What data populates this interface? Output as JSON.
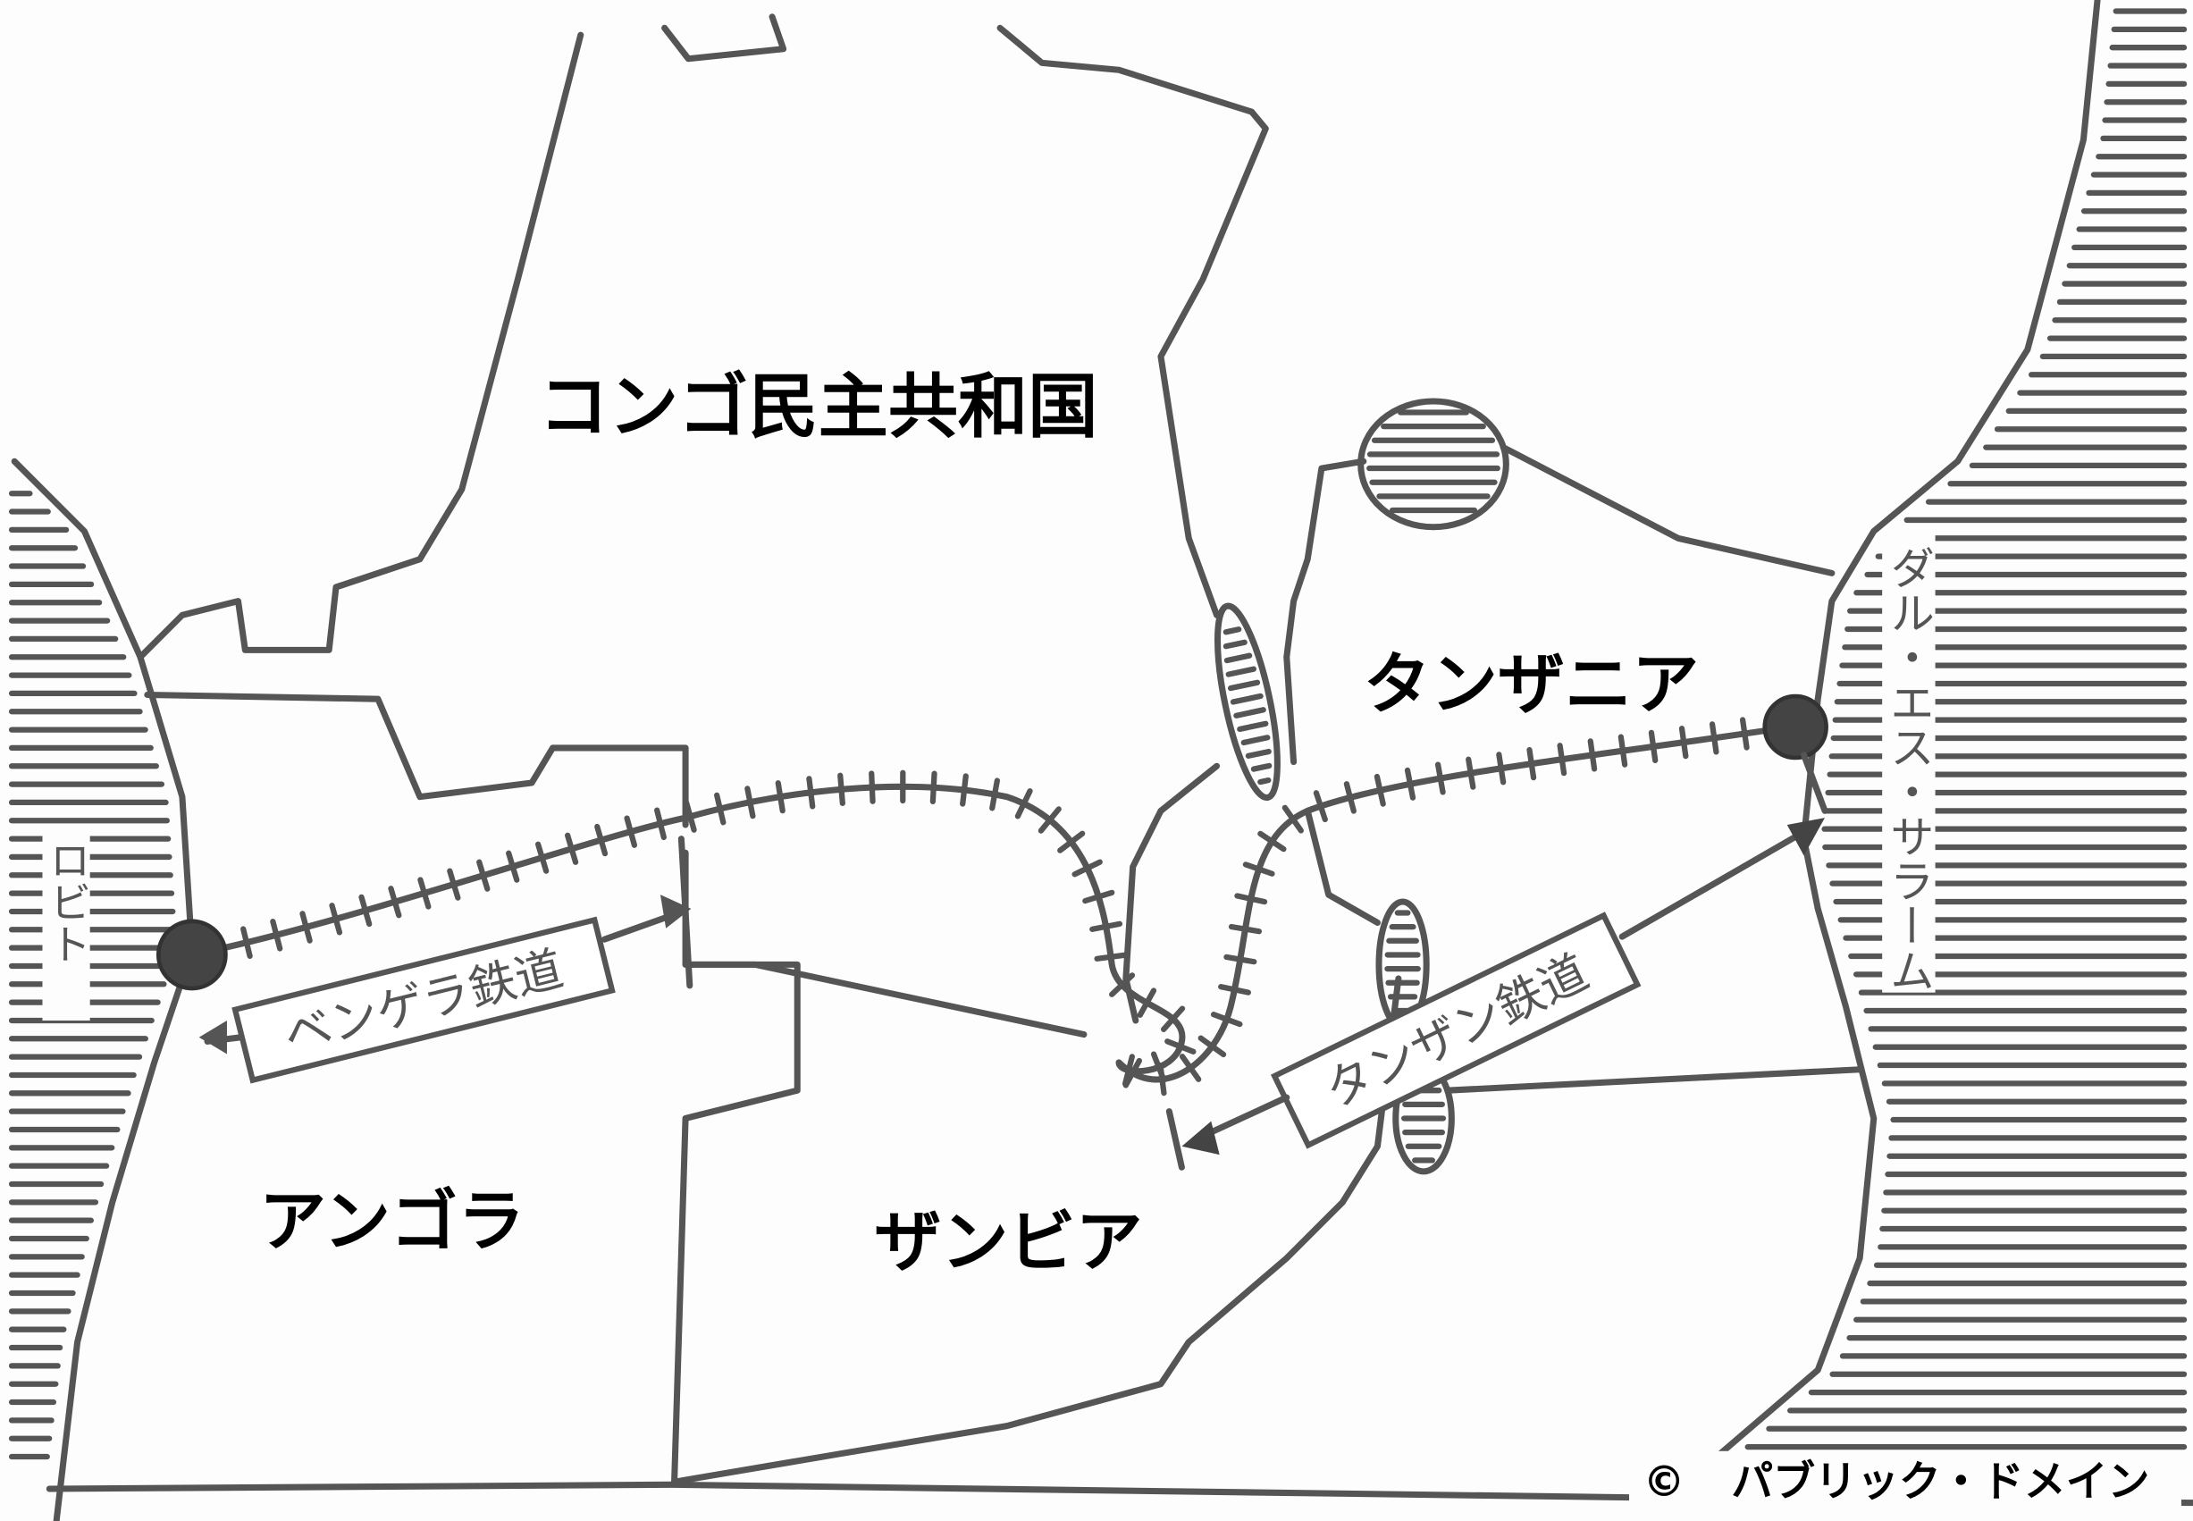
{
  "countries": {
    "drc": "コンゴ民主共和国",
    "tanzania": "タンザニア",
    "angola": "アンゴラ",
    "zambia": "ザンビア"
  },
  "cities": {
    "lobito": "ロビト",
    "dar_es_salaam": "ダル・エス・サラーム"
  },
  "railways": {
    "benguela": "ベンゲラ鉄道",
    "tazara": "タンザン鉄道"
  },
  "credit": {
    "symbol": "©",
    "text": "パブリック・ドメイン"
  },
  "colors": {
    "ink": "#555555",
    "text": "#000000",
    "paper": "#fdfdfd"
  }
}
